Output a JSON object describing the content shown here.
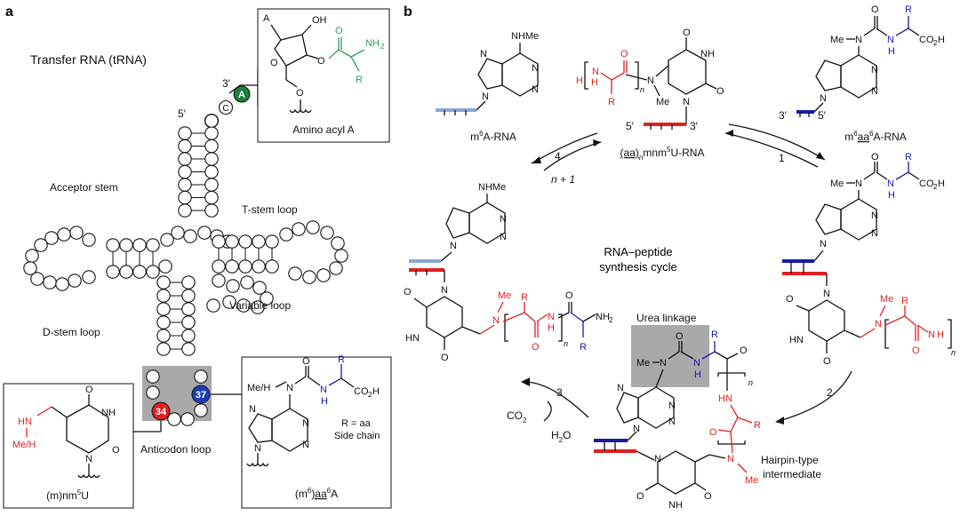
{
  "panel_a": {
    "label": "a",
    "title": "Transfer RNA (tRNA)",
    "prime3": "3′",
    "prime5": "5′",
    "acceptor_stem": "Acceptor stem",
    "t_stem_loop": "T-stem loop",
    "variable_loop": "Variable loop",
    "d_stem_loop": "D-stem loop",
    "anticodon_loop": "Anticodon loop",
    "nuc_c": "C",
    "nuc_a": "A",
    "pos34": "34",
    "pos37": "37",
    "amino_acyl_box": {
      "caption": "Amino acyl A",
      "A": "A",
      "OH": "OH",
      "O": "O",
      "NH2": "NH",
      "sub2": "2",
      "R": "R"
    },
    "u_box": {
      "caption_pre": "(m)nm",
      "caption_sup": "5",
      "caption_post": "U",
      "HN": "HN",
      "MeH": "Me/H",
      "O": "O",
      "NH": "NH",
      "N": "N"
    },
    "a_box": {
      "caption_pre": "(m",
      "caption_sup": "6",
      "caption_mid": ")aa",
      "caption_sup2": "6",
      "caption_post": "A",
      "MeH": "Me/H",
      "N": "N",
      "O": "O",
      "H": "H",
      "R": "R",
      "CO2H": "CO",
      "sub2": "2",
      "H2": "H",
      "note1": "R = aa",
      "note2": "Side chain"
    },
    "colors": {
      "green": "#2e9b62",
      "red": "#e02020",
      "blue": "#1a3fb8",
      "gray": "#a9a9a9"
    }
  },
  "panel_b": {
    "label": "b",
    "cycle_title_1": "RNA–peptide",
    "cycle_title_2": "synthesis cycle",
    "step1": "1",
    "step2": "2",
    "step3": "3",
    "step4": "4",
    "n_plus_1": "n + 1",
    "co2": "CO",
    "co2_sub": "2",
    "h2o": "H",
    "h2o_sub": "2",
    "h2o_end": "O",
    "urea_linkage": "Urea linkage",
    "hairpin_1": "Hairpin-type",
    "hairpin_2": "intermediate",
    "m6a_rna": {
      "pre": "m",
      "sup": "6",
      "post": "A-RNA"
    },
    "aa_mnm5u_rna": {
      "pre": "(aa)",
      "sub": "n",
      "mid": "mnm",
      "sup": "5",
      "post": "U-RNA"
    },
    "m6aa6a_rna": {
      "pre": "m",
      "sup": "6",
      "mid": "aa",
      "sup2": "6",
      "post": "A-RNA"
    },
    "nhme": "NHMe",
    "me": "Me",
    "n": "N",
    "o": "O",
    "h": "H",
    "nh": "NH",
    "hn": "HN",
    "r": "R",
    "co2h": "CO",
    "n_sub": "n",
    "prime3": "3′",
    "prime5": "5′"
  }
}
